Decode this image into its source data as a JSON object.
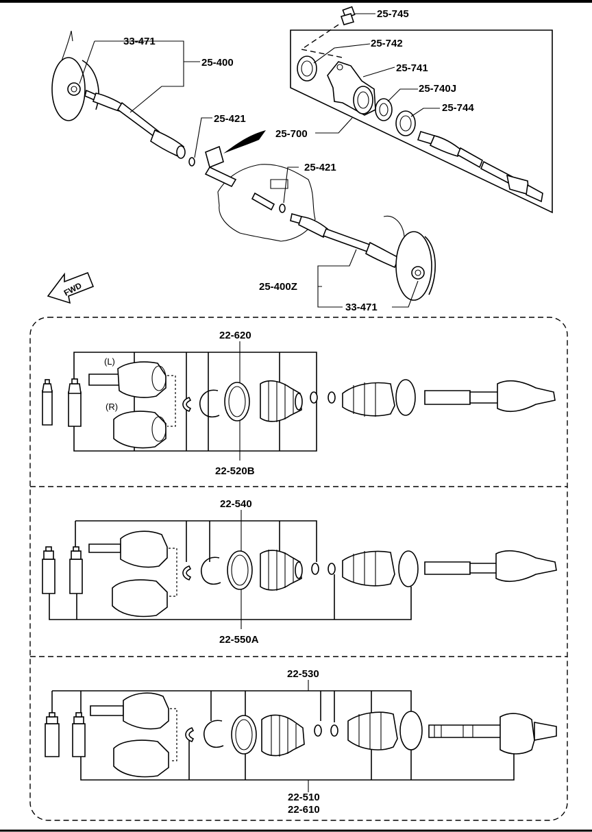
{
  "upper_assembly": {
    "labels": {
      "bolt": "25-745",
      "seal": "25-742",
      "bracket": "25-741",
      "bearing": "25-740J",
      "ring": "25-744",
      "intermediate_shaft": "25-700",
      "left_shaft": "25-400",
      "nut_left": "33-471",
      "clip_left": "25-421",
      "clip_right": "25-421",
      "right_shaft": "25-400Z",
      "nut_right": "33-471"
    },
    "fwd_arrow": "FWD"
  },
  "panels": [
    {
      "top_label": "22-620",
      "bottom_label": "22-520B",
      "side_left": "(L)",
      "side_right": "(R)"
    },
    {
      "top_label": "22-540",
      "bottom_label": "22-550A"
    },
    {
      "top_label": "22-530",
      "bottom_label_1": "22-510",
      "bottom_label_2": "22-610"
    }
  ]
}
